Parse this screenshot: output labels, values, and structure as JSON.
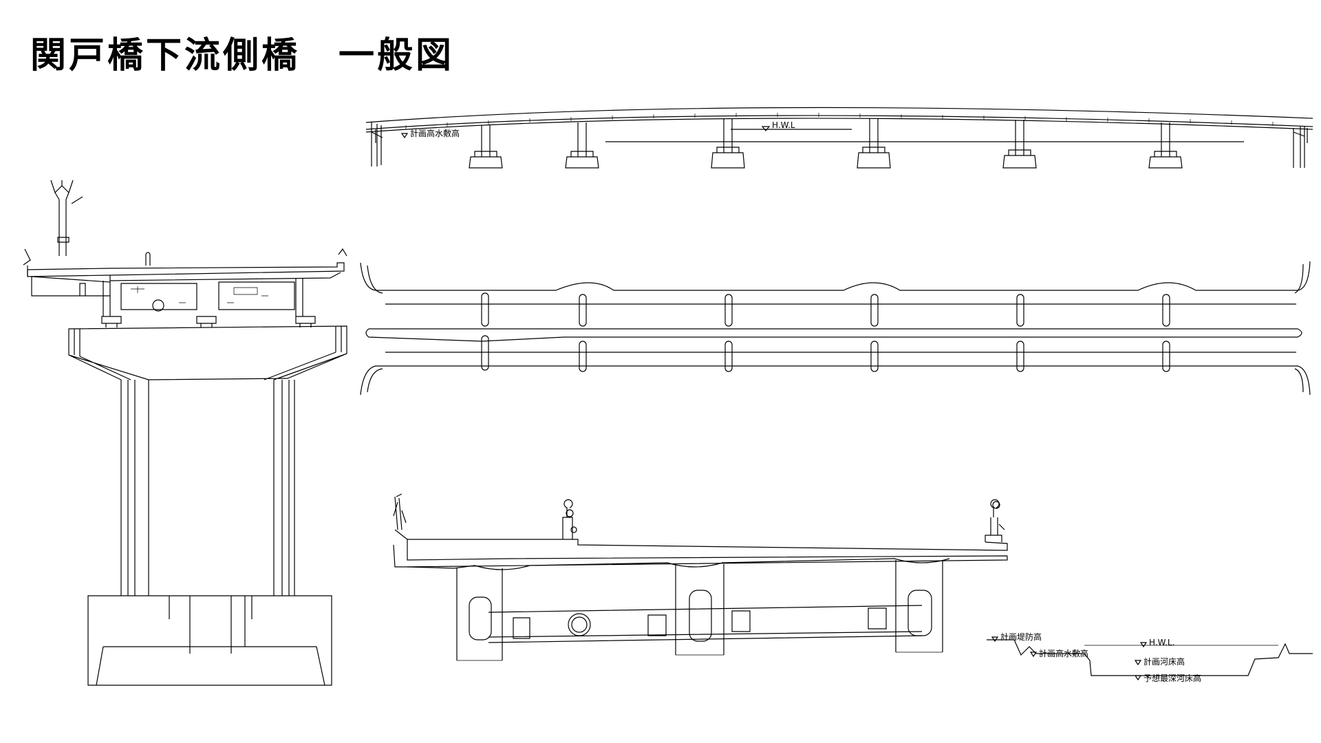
{
  "title": "関戸橋下流側橋　一般図",
  "labels": {
    "elev_hwl": "H.W.L",
    "elev_plan_floodplain": "計画高水敷高",
    "section_plan_levee": "計画堤防高",
    "section_plan_floodplain": "計画高水敷高",
    "section_hwl": "H.W.L.",
    "section_plan_riverbed": "計画河床高",
    "section_deepest_riverbed": "予想最深河床高"
  },
  "icons": {
    "elevation_marker": "inverted-triangle-icon"
  }
}
